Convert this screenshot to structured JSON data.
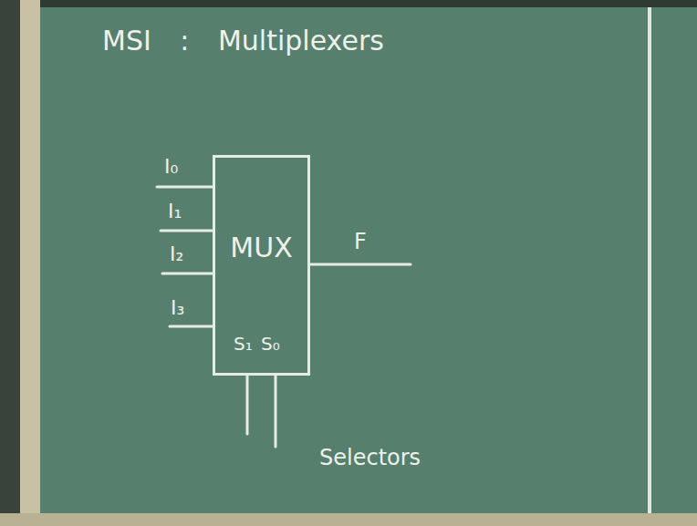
{
  "diagram": {
    "title": "MSI : Multiplexers",
    "nodes": [
      {
        "text": [
          "MUX",
          "S₁",
          "S₀"
        ]
      }
    ],
    "labels": [
      "I₀",
      "I₁",
      "I₂",
      "I₃",
      "F",
      "Selectors"
    ]
  }
}
